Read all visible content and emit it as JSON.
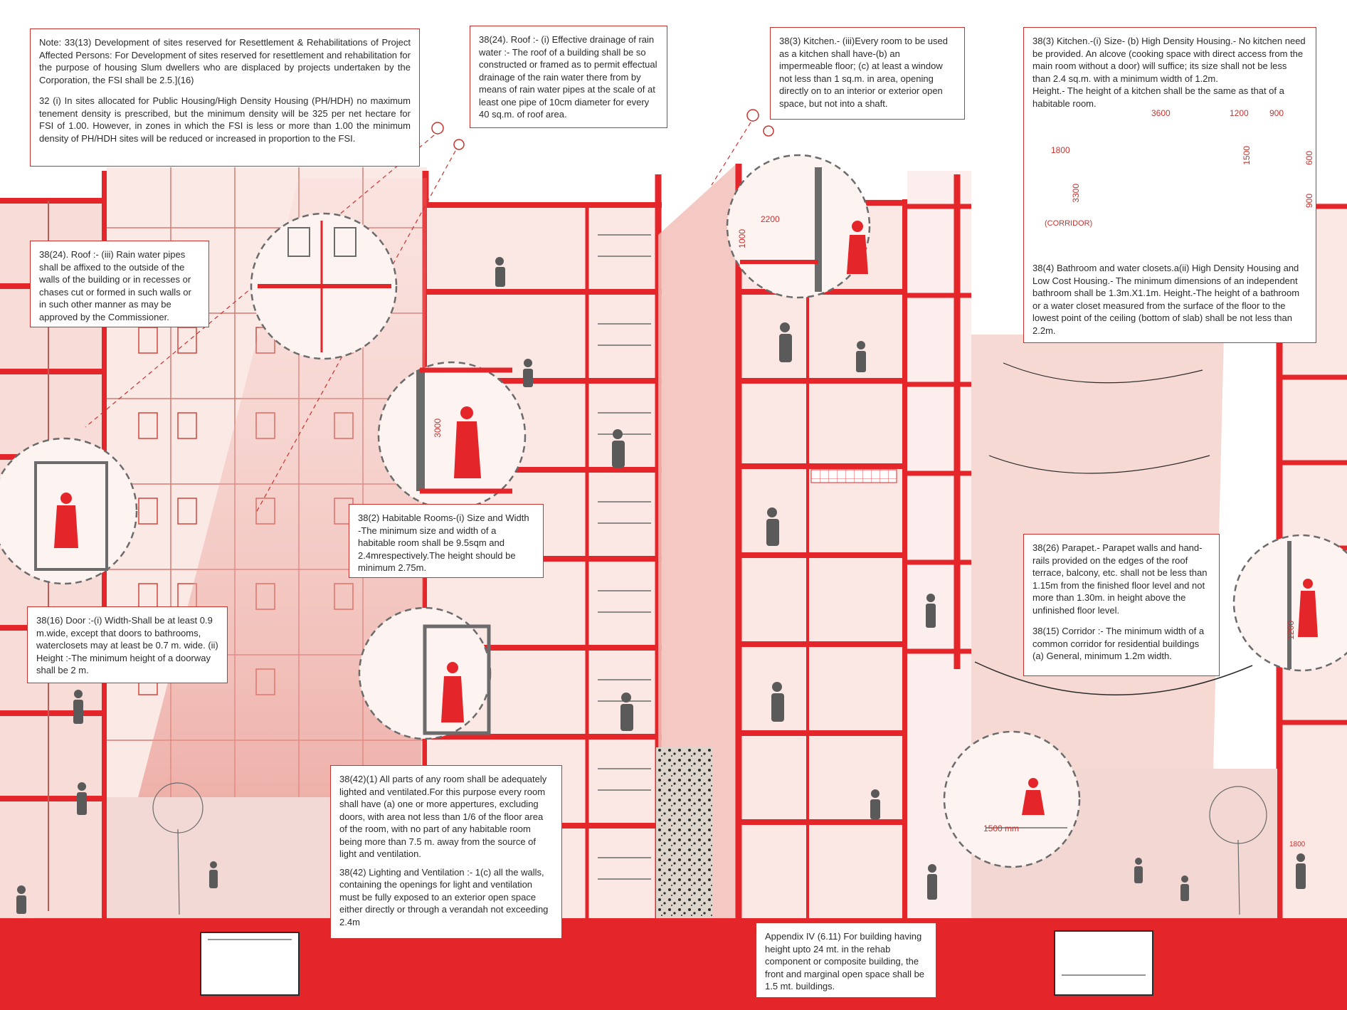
{
  "notes": {
    "n1_p1": "Note: 33(13) Development of sites reserved for Resettlement & Rehabilitations of Project Affected Persons: For Development of sites reserved for resettlement and rehabilitation for the purpose of housing Slum dwellers who are displaced by projects undertaken by the Corporation, the FSI shall be 2.5.](16)",
    "n1_p2": "32 (i) In sites allocated for Public Housing/High Density Housing (PH/HDH) no maximum tenement density is prescribed, but the minimum density will be 325 per net hectare for FSI of 1.00. However, in zones in which the FSI is less or more than 1.00 the minimum density of PH/HDH sites will be reduced or increased in proportion to the FSI.",
    "n2": "38(24). Roof :- (i) Effective drainage of rain water :- The roof of a building shall be so constructed or framed as to permit effectual drainage of the rain water there from by means of rain water pipes at the scale of at least one pipe of 10cm diameter for every 40 sq.m. of roof area.",
    "n3": "38(3) Kitchen.- (iii)Every room to be used as a kitchen shall have-(b) an impermeable floor; (c) at least a window not less than 1 sq.m. in area, opening directly on to an interior or exterior open space, but not into a shaft.",
    "n4_p1": "38(3) Kitchen.-(i) Size- (b) High Density Housing.- No kitchen need be provided. An alcove (cooking space with direct access from the main room without a door) will suffice; its size shall not be less than 2.4 sq.m. with a minimum width of 1.2m.",
    "n4_p2": "Height.- The height of a kitchen shall be the same as that of a habitable room.",
    "n4_p3": "38(4) Bathroom and water closets.a(ii) High Density Housing and Low Cost Housing.- The minimum dimensions of an independent bathroom shall be 1.3m.X1.1m. Height.-The height of a bathroom or a water closet measured from the surface of the floor to the lowest point of the ceiling (bottom of slab) shall be not less than 2.2m.",
    "n5": "38(24). Roof :- (iii) Rain water pipes shall be affixed to the outside of the walls of the building or in recesses or chases cut or formed in such walls or in such other manner as may be approved by the Commissioner.",
    "n6": "38(2) Habitable Rooms-(i) Size and Width -The minimum size and width of a habitable room shall be 9.5sqm and 2.4mrespectively.The height should be minimum 2.75m.",
    "n7": "38(16) Door :-(i) Width-Shall be at least 0.9 m.wide, except that doors to bathrooms, waterclosets may at least be 0.7 m. wide. (ii) Height :-The minimum height of a doorway shall be 2 m.",
    "n8_p1": "38(26) Parapet.- Parapet walls and hand-rails provided on the edges of the roof terrace, balcony, etc. shall not be less than 1.15m from the finished floor level and not more than 1.30m. in height above the unfinished floor level.",
    "n8_p2": "38(15) Corridor :- The minimum width of a common corridor for residential buildings (a) General, minimum 1.2m width.",
    "n9_p1": "38(42)(1) All parts of any room shall be adequately lighted and ventilated.For this purpose every room shall have (a) one or more appertures, excluding doors, with area not less than 1/6 of the floor area of the room, with no part of any habitable room being more than 7.5 m. away from the source of light and ventilation.",
    "n9_p2": "38(42) Lighting and Ventilation :- 1(c) all the walls, containing the openings for light and ventilation must be fully exposed to an exterior open space either directly or through a verandah not exceeding 2.4m",
    "n10": "Appendix IV (6.11) For building having height upto 24 mt. in the rehab component or composite building, the front and marginal open space shall be 1.5 mt. buildings."
  },
  "dims": {
    "kitchen_w1": "3600",
    "kitchen_w2": "1200",
    "kitchen_w3": "900",
    "kitchen_left": "1800",
    "kitchen_h": "3300",
    "kitchen_corridor": "(CORRIDOR)",
    "kitchen_1500": "1500",
    "kitchen_600": "600",
    "kitchen_900v": "900",
    "room_1000": "1000",
    "room_2200": "2200",
    "room_3000": "3000",
    "bal_1200": "1200",
    "street_1500": "1500 mm",
    "margin_1800": "1800"
  },
  "colors": {
    "accent_red": "#e3262a",
    "soft_pink": "#f6d4cf",
    "line_gray": "#6b6b6b",
    "figure_gray": "#5a5a5a"
  }
}
